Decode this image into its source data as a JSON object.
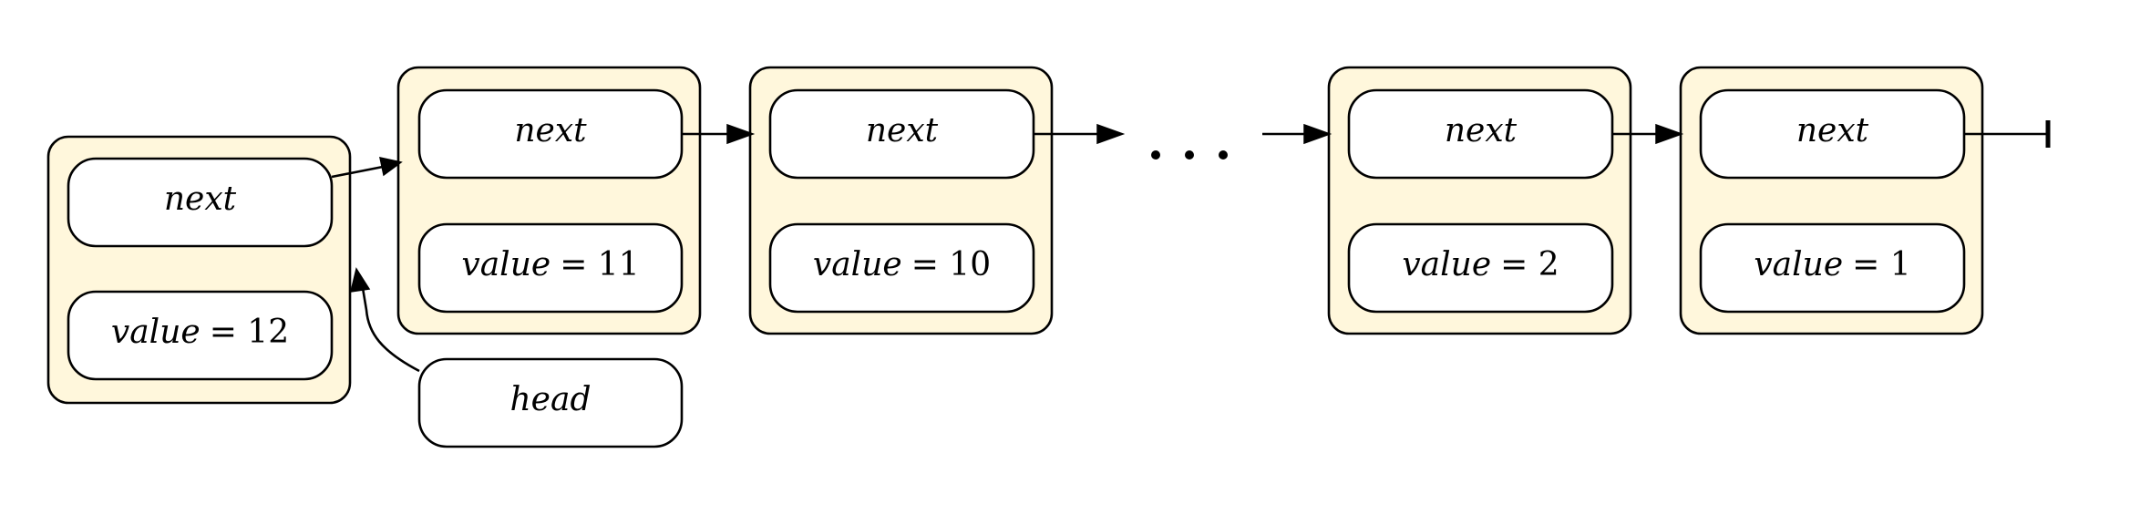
{
  "diagram": {
    "nodes": [
      {
        "next_label": "next",
        "value_var": "value",
        "value_eq": "= 12"
      },
      {
        "next_label": "next",
        "value_var": "value",
        "value_eq": "= 11"
      },
      {
        "next_label": "next",
        "value_var": "value",
        "value_eq": "= 10"
      },
      {
        "next_label": "next",
        "value_var": "value",
        "value_eq": "= 2"
      },
      {
        "next_label": "next",
        "value_var": "value",
        "value_eq": "= 1"
      }
    ],
    "head_label": "head",
    "colors": {
      "node_fill": "#fff7dc",
      "field_fill": "#ffffff",
      "stroke": "#000000"
    }
  }
}
